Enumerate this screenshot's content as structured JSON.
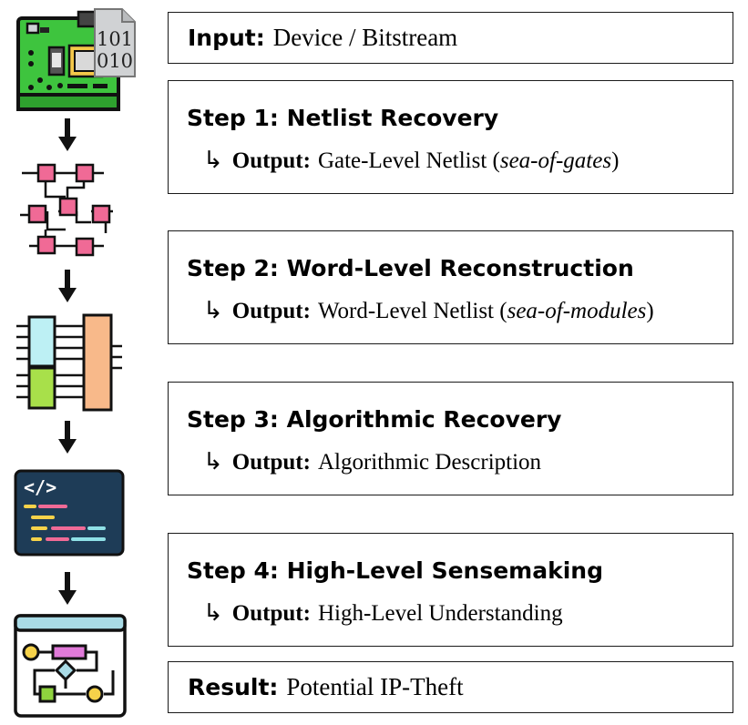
{
  "input": {
    "label": "Input:",
    "value": "Device / Bitstream"
  },
  "steps": [
    {
      "title": "Step 1: Netlist Recovery",
      "arrow": "↳",
      "out_label": "Output:",
      "out_value": "Gate-Level Netlist (",
      "out_italic": "sea-of-gates",
      "out_end": ")"
    },
    {
      "title": "Step 2: Word-Level Reconstruction",
      "arrow": "↳",
      "out_label": "Output:",
      "out_value": "Word-Level Netlist (",
      "out_italic": "sea-of-modules",
      "out_end": ")"
    },
    {
      "title": "Step 3: Algorithmic Recovery",
      "arrow": "↳",
      "out_label": "Output:",
      "out_value": "Algorithmic Description",
      "out_italic": "",
      "out_end": ""
    },
    {
      "title": "Step 4: High-Level Sensemaking",
      "arrow": "↳",
      "out_label": "Output:",
      "out_value": " High-Level Understanding",
      "out_italic": "",
      "out_end": ""
    }
  ],
  "result": {
    "label": "Result:",
    "value": "Potential IP-Theft"
  },
  "icons": {
    "chip_label_1": "101",
    "chip_label_2": "010",
    "code_tag": "</>"
  },
  "colors": {
    "board": "#3ec43e",
    "gate": "#f06a96",
    "module_a": "#bdf0f4",
    "module_b": "#a8e04a",
    "module_c": "#f8b98a",
    "code_bg": "#1e3c57",
    "flow_bar": "#a9dbe6"
  }
}
